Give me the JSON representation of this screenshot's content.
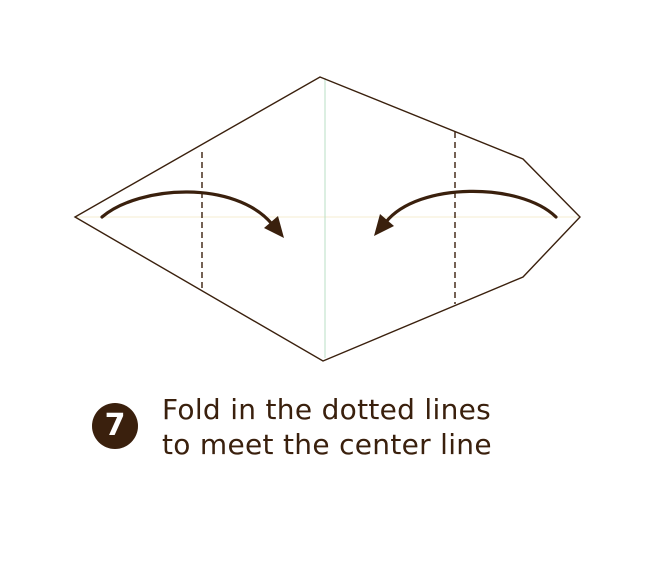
{
  "step": {
    "number": "7",
    "instruction_lines": [
      "Fold in the dotted lines",
      "to meet the center line"
    ]
  },
  "colors": {
    "ink": "#3a200d",
    "paper_edge": "#3a200d",
    "center_crease": "#b9dfc4",
    "horizontal_crease": "#f5ecd0",
    "background": "#ffffff"
  },
  "icons": {
    "left_arrow": "curved-arrow-right",
    "right_arrow": "curved-arrow-left"
  }
}
